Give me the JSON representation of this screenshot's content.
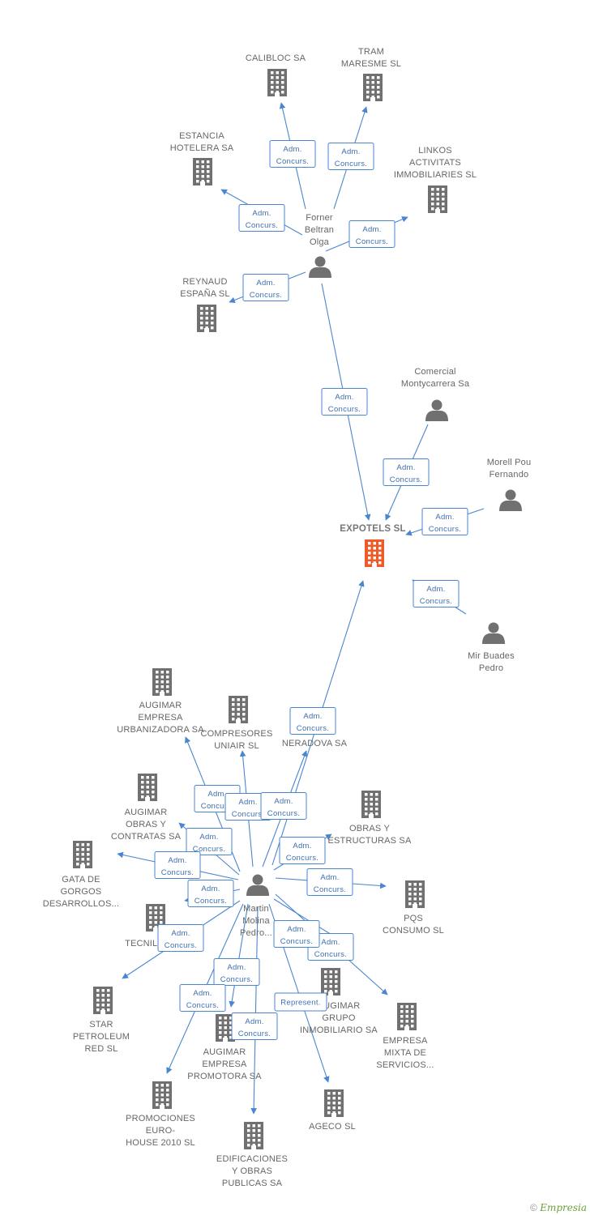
{
  "colors": {
    "edge": "#4a86d0",
    "company": "#707070",
    "company_main": "#f05a28",
    "person": "#707070",
    "label": "#666666",
    "footer_brand": "#6ca13a"
  },
  "nodes": [
    {
      "id": "calibloc",
      "type": "company",
      "lines": [
        "CALIBLOC SA"
      ]
    },
    {
      "id": "tram",
      "type": "company",
      "lines": [
        "TRAM",
        "MARESME SL"
      ]
    },
    {
      "id": "estancia",
      "type": "company",
      "lines": [
        "ESTANCIA",
        "HOTELERA SA"
      ]
    },
    {
      "id": "linkos",
      "type": "company",
      "lines": [
        "LINKOS",
        "ACTIVITATS",
        "IMMOBILIARIES SL"
      ]
    },
    {
      "id": "forner",
      "type": "person",
      "lines": [
        "Forner",
        "Beltran",
        "Olga"
      ]
    },
    {
      "id": "reynaud",
      "type": "company",
      "lines": [
        "REYNAUD",
        "ESPAÑA SL"
      ]
    },
    {
      "id": "comercial",
      "type": "person",
      "lines": [
        "Comercial",
        "Montycarrera Sa"
      ]
    },
    {
      "id": "morell",
      "type": "person",
      "lines": [
        "Morell Pou",
        "Fernando"
      ]
    },
    {
      "id": "expotels",
      "type": "company_main",
      "lines": [
        "EXPOTELS SL"
      ]
    },
    {
      "id": "mir",
      "type": "person",
      "lines": [
        "Mir Buades",
        "Pedro"
      ]
    },
    {
      "id": "augimar_urb",
      "type": "company",
      "lines": [
        "AUGIMAR",
        "EMPRESA",
        "URBANIZADORA SA"
      ]
    },
    {
      "id": "compresores",
      "type": "company",
      "lines": [
        "COMPRESORES",
        "UNIAIR SL"
      ]
    },
    {
      "id": "neradova",
      "type": "company",
      "lines": [
        "NERADOVA SA"
      ]
    },
    {
      "id": "augimar_obras",
      "type": "company",
      "lines": [
        "AUGIMAR",
        "OBRAS Y",
        "CONTRATAS SA"
      ]
    },
    {
      "id": "obras_estr",
      "type": "company",
      "lines": [
        "OBRAS Y",
        "ESTRUCTURAS SA"
      ]
    },
    {
      "id": "gata",
      "type": "company",
      "lines": [
        "GATA DE",
        "GORGOS",
        "DESARROLLOS..."
      ]
    },
    {
      "id": "martin",
      "type": "person",
      "lines": [
        "Martin",
        "Molina",
        "Pedro..."
      ]
    },
    {
      "id": "pqs",
      "type": "company",
      "lines": [
        "PQS",
        "CONSUMO SL"
      ]
    },
    {
      "id": "tecnila",
      "type": "company",
      "lines": [
        "TECNILA"
      ]
    },
    {
      "id": "augimar_grupo",
      "type": "company",
      "lines": [
        "AUGIMAR",
        "GRUPO",
        "INMOBILIARIO SA"
      ]
    },
    {
      "id": "star",
      "type": "company",
      "lines": [
        "STAR",
        "PETROLEUM",
        "RED SL"
      ]
    },
    {
      "id": "empresa_mixta",
      "type": "company",
      "lines": [
        "EMPRESA",
        "MIXTA DE",
        "SERVICIOS..."
      ]
    },
    {
      "id": "augimar_prom",
      "type": "company",
      "lines": [
        "AUGIMAR",
        "EMPRESA",
        "PROMOTORA SA"
      ]
    },
    {
      "id": "promociones",
      "type": "company",
      "lines": [
        "PROMOCIONES",
        "EURO-",
        "HOUSE 2010 SL"
      ]
    },
    {
      "id": "ageco",
      "type": "company",
      "lines": [
        "AGECO SL"
      ]
    },
    {
      "id": "edificaciones",
      "type": "company",
      "lines": [
        "EDIFICACIONES",
        "Y OBRAS",
        "PUBLICAS SA"
      ]
    }
  ],
  "relations": [
    {
      "from": "forner",
      "to": "calibloc",
      "lines": [
        "Adm.",
        "Concurs."
      ]
    },
    {
      "from": "forner",
      "to": "tram",
      "lines": [
        "Adm.",
        "Concurs."
      ]
    },
    {
      "from": "forner",
      "to": "estancia",
      "lines": [
        "Adm.",
        "Concurs."
      ]
    },
    {
      "from": "forner",
      "to": "linkos",
      "lines": [
        "Adm.",
        "Concurs."
      ]
    },
    {
      "from": "forner",
      "to": "reynaud",
      "lines": [
        "Adm.",
        "Concurs."
      ]
    },
    {
      "from": "forner",
      "to": "expotels",
      "lines": [
        "Adm.",
        "Concurs."
      ]
    },
    {
      "from": "comercial",
      "to": "expotels",
      "lines": [
        "Adm.",
        "Concurs."
      ]
    },
    {
      "from": "morell",
      "to": "expotels",
      "lines": [
        "Adm.",
        "Concurs."
      ]
    },
    {
      "from": "mir",
      "to": "expotels",
      "lines": [
        "Adm.",
        "Concurs."
      ]
    },
    {
      "from": "martin",
      "to": "expotels",
      "lines": [
        "Adm.",
        "Concurs."
      ]
    },
    {
      "from": "martin",
      "to": "augimar_urb",
      "lines": [
        "Adm.",
        "Concurs."
      ]
    },
    {
      "from": "martin",
      "to": "compresores",
      "lines": [
        "Adm.",
        "Concurs."
      ]
    },
    {
      "from": "martin",
      "to": "neradova",
      "lines": [
        "Adm.",
        "Concurs."
      ]
    },
    {
      "from": "martin",
      "to": "augimar_obras",
      "lines": [
        "Adm.",
        "Concurs."
      ]
    },
    {
      "from": "martin",
      "to": "obras_estr",
      "lines": [
        "Adm.",
        "Concurs."
      ]
    },
    {
      "from": "martin",
      "to": "gata",
      "lines": [
        "Adm.",
        "Concurs."
      ]
    },
    {
      "from": "martin",
      "to": "pqs",
      "lines": [
        "Adm.",
        "Concurs."
      ]
    },
    {
      "from": "martin",
      "to": "tecnila",
      "lines": [
        "Adm.",
        "Concurs."
      ]
    },
    {
      "from": "martin",
      "to": "augimar_grupo",
      "lines": [
        "Adm.",
        "Concurs."
      ]
    },
    {
      "from": "martin",
      "to": "star",
      "lines": [
        "Adm.",
        "Concurs."
      ]
    },
    {
      "from": "martin",
      "to": "empresa_mixta",
      "lines": [
        "Adm.",
        "Concurs."
      ]
    },
    {
      "from": "martin",
      "to": "augimar_prom",
      "lines": [
        "Adm.",
        "Concurs."
      ]
    },
    {
      "from": "martin",
      "to": "promociones",
      "lines": [
        "Adm.",
        "Concurs."
      ]
    },
    {
      "from": "martin",
      "to": "ageco",
      "lines": [
        "Represent."
      ]
    },
    {
      "from": "martin",
      "to": "edificaciones",
      "lines": [
        "Adm.",
        "Concurs."
      ]
    }
  ],
  "footer": {
    "copyright": "©",
    "brand": "Empresia"
  }
}
